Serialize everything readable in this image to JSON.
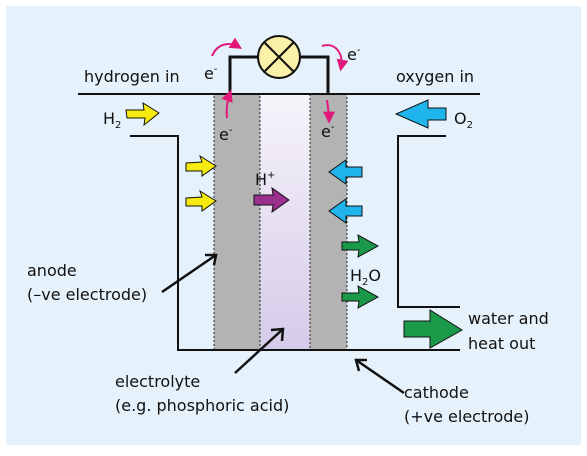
{
  "labels": {
    "hydrogen_in": "hydrogen in",
    "oxygen_in": "oxygen in",
    "h2_main": "H",
    "h2_sub": "2",
    "o2_main": "O",
    "o2_sub": "2",
    "electron_main": "e",
    "electron_sup": "-",
    "hplus_main": "H",
    "hplus_sup": "+",
    "h2o_h": "H",
    "h2o_sub": "2",
    "h2o_o": "O",
    "anode_line1": "anode",
    "anode_line2": "(–ve electrode)",
    "water_line1": "water and",
    "water_line2": "heat out",
    "electrolyte_line1": "electrolyte",
    "electrolyte_line2": "(e.g. phosphoric acid)",
    "cathode_line1": "cathode",
    "cathode_line2": "(+ve electrode)"
  },
  "colors": {
    "background": "#e6f2fb",
    "electrode": "#b3b3b3",
    "electrolyte_top": "#f7f4fb",
    "electrolyte_bottom": "#d4cbe8",
    "bulb": "#fbf0a8",
    "electron_arrow": "#e0197a",
    "hydrogen_arrow": "#f6ea0f",
    "oxygen_arrow": "#1fb4ec",
    "proton_arrow": "#9b2f8e",
    "water_arrow": "#1a9a48"
  },
  "icons": {
    "bulb": "lamp-icon"
  }
}
